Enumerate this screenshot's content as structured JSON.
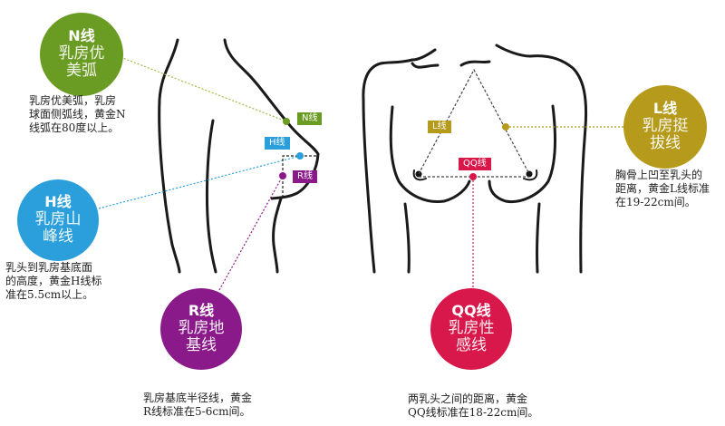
{
  "lines": {
    "N": {
      "title": "N线",
      "subtitle": [
        "乳房优",
        "美弧"
      ],
      "tag": "N线",
      "color": "#6a9b22",
      "description": [
        "乳房优美弧，乳房",
        "球面侧弧线，黄金N",
        "线弧在80度以上。"
      ]
    },
    "H": {
      "title": "H线",
      "subtitle": [
        "乳房山",
        "峰线"
      ],
      "tag": "H线",
      "color": "#2b9fdc",
      "description": [
        "乳头到乳房基底面",
        "的高度，黄金H线标",
        "准在5.5cm以上。"
      ]
    },
    "R": {
      "title": "R线",
      "subtitle": [
        "乳房地",
        "基线"
      ],
      "tag": "R线",
      "color": "#8a1a8a",
      "description": [
        "乳房基底半径线，黄金",
        "R线标准在5-6cm间。"
      ]
    },
    "QQ": {
      "title": "QQ线",
      "subtitle": [
        "乳房性",
        "感线"
      ],
      "tag": "QQ线",
      "color": "#d8174a",
      "description": [
        "两乳头之间的距离，黄金",
        "QQ线标准在18-22cm间。"
      ]
    },
    "L": {
      "title": "L线",
      "subtitle": [
        "乳房挺",
        "拔线"
      ],
      "tag": "L线",
      "color": "#b59a1c",
      "description": [
        "胸骨上凹至乳头的",
        "距离，黄金L线标准",
        "在19-22cm间。"
      ]
    }
  }
}
